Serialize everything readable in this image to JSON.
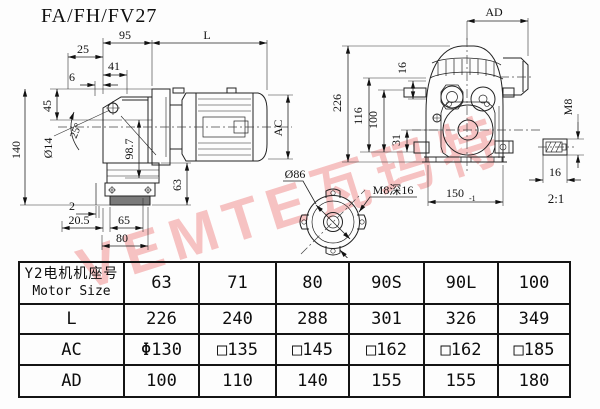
{
  "title": "FA/FH/FV27",
  "watermark": "VEMTE瓦玛特",
  "side_view": {
    "d95": "95",
    "dL": "L",
    "d25": "25",
    "d41": "41",
    "d6": "6",
    "d45": "45",
    "d140": "140",
    "dia14": "Ø14",
    "angle25": "25°",
    "d98_7": "98.7",
    "d63": "63",
    "dAC": "AC",
    "d2": "2",
    "d20_5": "20.5",
    "d65": "65",
    "d80": "80"
  },
  "end_view": {
    "dAD": "AD",
    "d16_tab": "16",
    "d226": "226",
    "d116": "116",
    "d100": "100",
    "d31": "31",
    "dM8": "M8",
    "d150": "150",
    "d150_tol": "-1",
    "d16_key": "16",
    "scale": "2:1"
  },
  "flange_view": {
    "dia86": "Ø86",
    "tap": "M8深16"
  },
  "table": {
    "header": {
      "cn": "Y2电机机座号",
      "en": "Motor Size"
    },
    "columns": [
      "63",
      "71",
      "80",
      "90S",
      "90L",
      "100"
    ],
    "rows": [
      {
        "label": "L",
        "values": [
          "226",
          "240",
          "288",
          "301",
          "326",
          "349"
        ]
      },
      {
        "label": "AC",
        "values": [
          "Φ130",
          "□135",
          "□145",
          "□162",
          "□162",
          "□185"
        ]
      },
      {
        "label": "AD",
        "values": [
          "100",
          "110",
          "140",
          "155",
          "155",
          "180"
        ]
      }
    ]
  }
}
